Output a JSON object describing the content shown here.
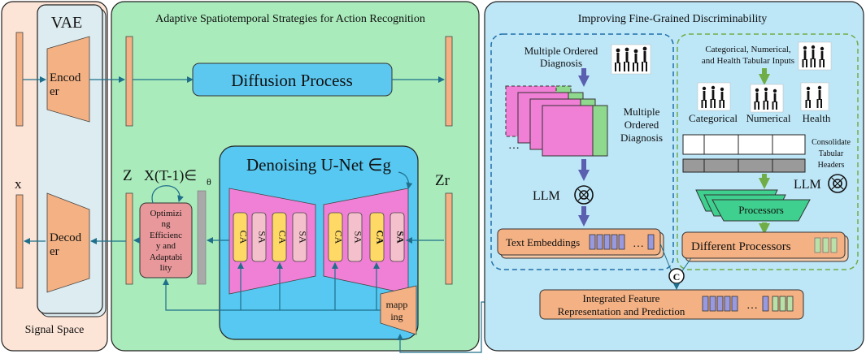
{
  "panels": {
    "signal": {
      "title": "Signal Space",
      "x_label": "x"
    },
    "vae": {
      "title": "VAE",
      "encoder": "Encod",
      "encoder2": "er",
      "decoder": "Decod",
      "decoder2": "er"
    },
    "adaptive": {
      "title": "Adaptive Spatiotemporal Strategies for Action Recognition",
      "diffusion": "Diffusion Process"
    },
    "unet": {
      "title": "Denoising U-Net ∈g",
      "z_label": "Z",
      "zr_label": "Zr",
      "xt_label": "X(T-1)∈",
      "theta": "θ"
    },
    "optimizing": {
      "line1": "Optimizi",
      "line2": "ng",
      "line3": "Efficienc",
      "line4": "y and",
      "line5": "Adaptabi",
      "line6": "lity"
    },
    "mapping": {
      "line1": "mapp",
      "line2": "ing"
    },
    "blocks": {
      "ca": "CA",
      "sa": "SA"
    },
    "fine": {
      "title": "Improving Fine-Grained Discriminability"
    },
    "diag": {
      "header1": "Multiple Ordered",
      "header2": "Diagnosis",
      "side1": "Multiple",
      "side2": "Ordered",
      "side3": "Diagnosis",
      "llm": "LLM",
      "embeddings": "Text Embeddings",
      "dots": "…"
    },
    "tab": {
      "header1": "Categorical, Numerical,",
      "header2": "and Health Tabular Inputs",
      "categorical": "Categorical",
      "numerical": "Numerical",
      "health": "Health",
      "consolidate1": "Consolidate",
      "consolidate2": "Tabular",
      "consolidate3": "Headers",
      "llm": "LLM",
      "processors": "Processors",
      "different": "Different Processors"
    },
    "integrated": {
      "line1": "Integrated Feature",
      "line2": "Representation and Prediction",
      "concat": "C",
      "dots": "…"
    }
  },
  "colors": {
    "signal_bg": "#fce4d6",
    "adaptive_bg": "#a9ebbb",
    "fine_bg": "#bde6f7",
    "unet_bg": "#56c8f2",
    "diffusion": "#5cc8f0",
    "orange": "#f4b183",
    "pink": "#f07fd6",
    "ca": "#ffd966",
    "sa": "#f4c0cb",
    "optim": "#e8989a",
    "arrow": "#1f6f8b",
    "llm_arrow": "#5a5fb0",
    "green_arrow": "#70ad47"
  }
}
